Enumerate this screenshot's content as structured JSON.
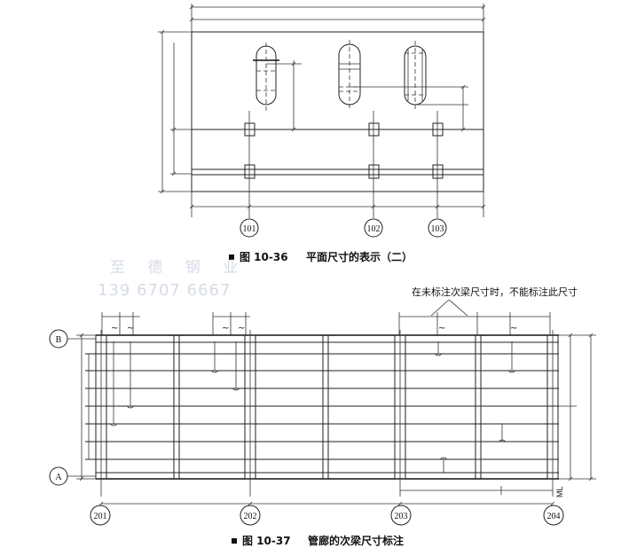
{
  "figure1": {
    "caption_number": "图 10-36",
    "caption_title": "平面尺寸的表示（二）",
    "grid_labels": [
      "101",
      "102",
      "103"
    ]
  },
  "figure2": {
    "caption_number": "图 10-37",
    "caption_title": "管廊的次梁尺寸标注",
    "note": "在未标注次梁尺寸时，不能标注此尺寸",
    "row_labels": [
      "B",
      "A"
    ],
    "grid_labels": [
      "201",
      "202",
      "203",
      "204"
    ],
    "ml_label": "ML"
  },
  "watermark": {
    "line1": "至 德 钢 业",
    "line2": "139 6707 6667"
  }
}
